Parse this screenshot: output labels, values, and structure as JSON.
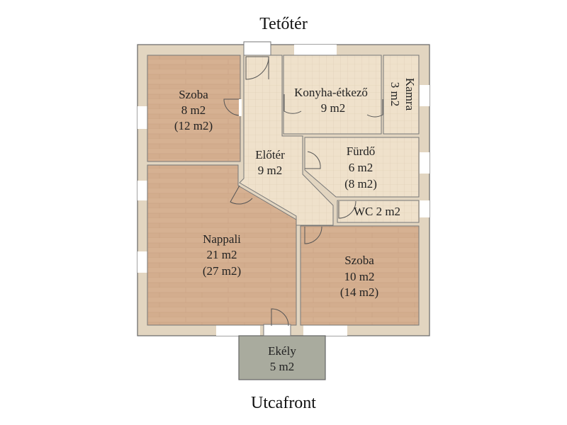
{
  "labels": {
    "top": "Tetőtér",
    "bottom": "Utcafront"
  },
  "rooms": {
    "szoba_left": {
      "name": "Szoba",
      "area": "8 m2",
      "gross": "(12 m2)"
    },
    "konyha": {
      "name": "Konyha-étkező",
      "area": "9 m2"
    },
    "kamra": {
      "name": "Kamra",
      "area": "3 m2"
    },
    "eloter": {
      "name": "Előtér",
      "area": "9 m2"
    },
    "furdo": {
      "name": "Fürdő",
      "area": "6 m2",
      "gross": "(8 m2)"
    },
    "wc": {
      "name": "WC 2 m2"
    },
    "nappali": {
      "name": "Nappali",
      "area": "21 m2",
      "gross": "(27 m2)"
    },
    "szoba_right": {
      "name": "Szoba",
      "area": "10 m2",
      "gross": "(14 m2)"
    },
    "ekely": {
      "name": "Ekély",
      "area": "5 m2"
    }
  },
  "colors": {
    "wall": "#e2d5c0",
    "wood": "#d3ad8e",
    "tile": "#efe1cb",
    "balcony": "#a9ab9e",
    "outline": "#555555"
  }
}
